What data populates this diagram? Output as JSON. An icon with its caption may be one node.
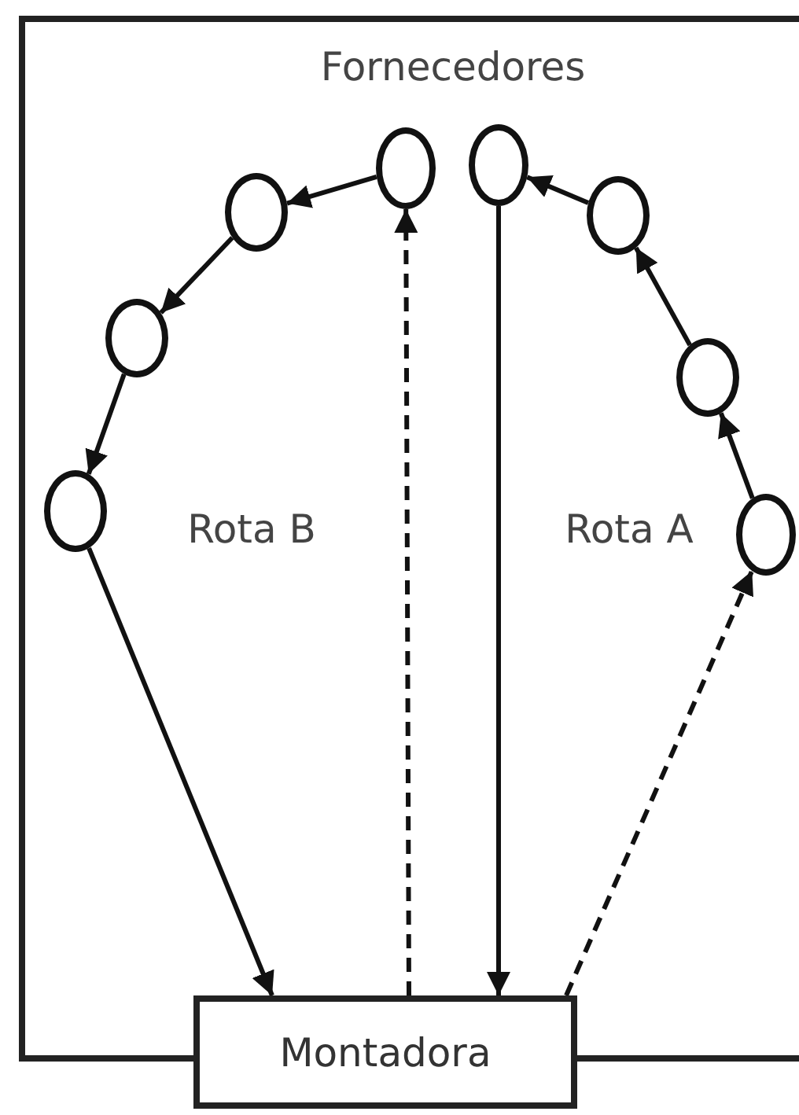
{
  "diagram": {
    "nodes": [
      {
        "text": [],
        "shape": "circle"
      },
      {
        "text": [],
        "shape": "circle"
      },
      {
        "text": [],
        "shape": "circle"
      },
      {
        "text": [],
        "shape": "circle"
      },
      {
        "text": [],
        "shape": "circle"
      },
      {
        "text": [],
        "shape": "circle"
      },
      {
        "text": [],
        "shape": "circle"
      },
      {
        "text": [],
        "shape": "circle"
      },
      {
        "text": [
          "Montadora"
        ]
      }
    ],
    "edges": [
      {
        "from": 3,
        "to": 2,
        "arrow": "to"
      },
      {
        "from": 2,
        "to": 1,
        "arrow": "to"
      },
      {
        "from": 1,
        "to": 0,
        "arrow": "to"
      },
      {
        "from": 0,
        "to": 8,
        "arrow": "to"
      },
      {
        "from": 8,
        "to": 3,
        "arrow": "to",
        "style": "dashed"
      },
      {
        "from": 4,
        "to": 8,
        "arrow": "to"
      },
      {
        "from": 8,
        "to": 7,
        "arrow": "to",
        "style": "dashed"
      },
      {
        "from": 7,
        "to": 6,
        "arrow": "to"
      },
      {
        "from": 6,
        "to": 5,
        "arrow": "to"
      },
      {
        "from": 5,
        "to": 4,
        "arrow": "to"
      }
    ],
    "labels": [
      "Fornecedores",
      "Rota B",
      "Rota A"
    ]
  }
}
